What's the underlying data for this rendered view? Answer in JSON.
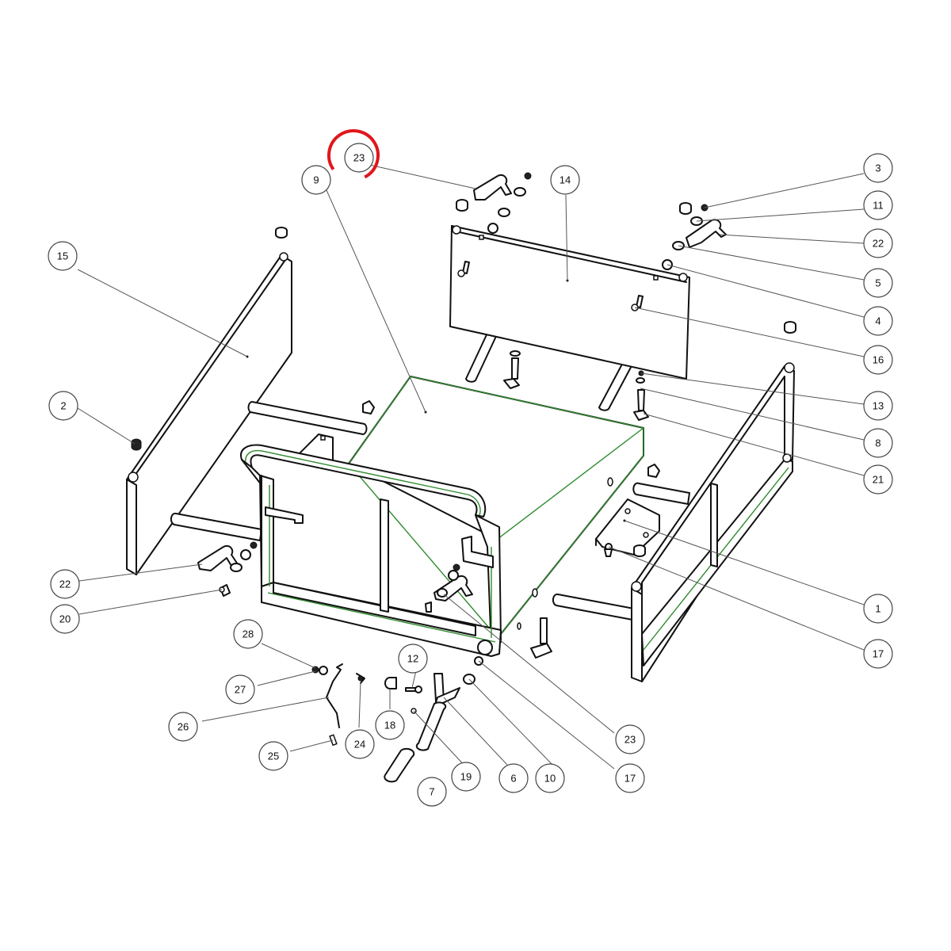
{
  "diagram": {
    "highlight_color": "#e0161c",
    "highlight_part_color": "#2e8b2e",
    "highlighted_balloon": "23",
    "callouts": [
      "1",
      "2",
      "3",
      "4",
      "5",
      "6",
      "7",
      "8",
      "9",
      "10",
      "11",
      "12",
      "13",
      "14",
      "15",
      "16",
      "17",
      "17",
      "18",
      "19",
      "20",
      "21",
      "22",
      "22",
      "23",
      "23",
      "24",
      "25",
      "26",
      "27",
      "28"
    ]
  }
}
